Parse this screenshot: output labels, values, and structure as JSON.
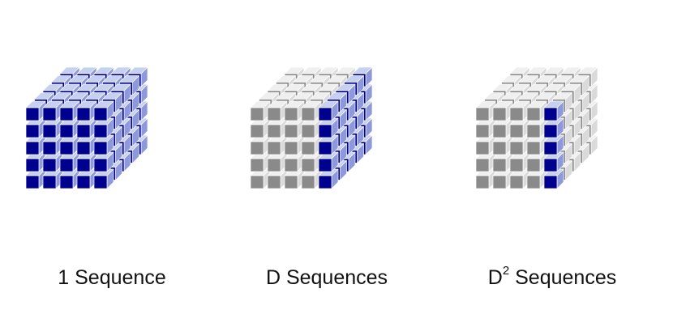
{
  "colors": {
    "dark_front": "#00008f",
    "dark_side": "#8e99dc",
    "dark_top": "#c6d0f0",
    "light_front": "#8a8a8a",
    "light_side": "#dadada",
    "light_top": "#efefef"
  },
  "cubes": [
    {
      "selection": "all",
      "caption": {
        "pre": "1 Sequence",
        "sup": "",
        "post": ""
      }
    },
    {
      "selection": "right-face",
      "caption": {
        "pre": "D Sequences",
        "sup": "",
        "post": ""
      }
    },
    {
      "selection": "front-right-column",
      "caption": {
        "pre": "D",
        "sup": "2",
        "post": " Sequences"
      }
    }
  ]
}
